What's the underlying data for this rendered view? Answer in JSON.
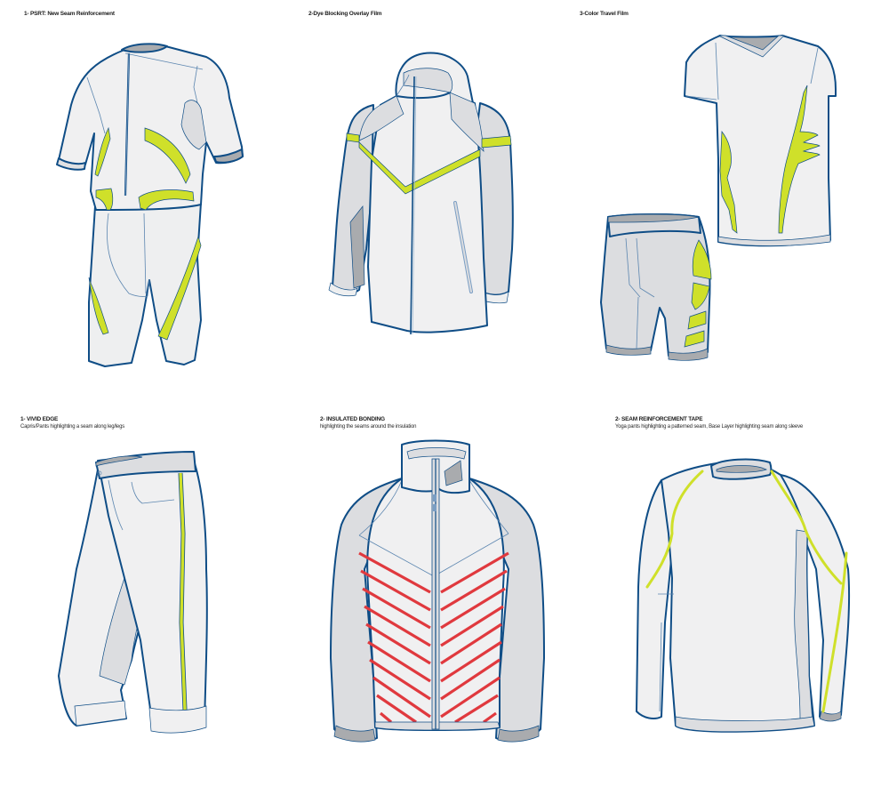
{
  "colors": {
    "outline": "#0f4d86",
    "fabric_light": "#f0f0f1",
    "fabric_mid": "#dcdde0",
    "fabric_dark": "#a9abae",
    "accent_lime": "#cfe02a",
    "accent_red": "#e0393e"
  },
  "panels": [
    {
      "id": "psrt",
      "title": "1- PSRT: New Seam Reinforcement",
      "subtitle": "",
      "garment": "short-sleeve cycling skinsuit",
      "highlight_color": "#cfe02a"
    },
    {
      "id": "dye-blocking",
      "title": "2-Dye Blocking Overlay Film",
      "subtitle": "",
      "garment": "hooded zip jacket",
      "highlight_color": "#cfe02a"
    },
    {
      "id": "color-travel",
      "title": "3-Color Travel Film",
      "subtitle": "",
      "garment": "v-neck tee and compression shorts",
      "highlight_color": "#cfe02a"
    },
    {
      "id": "vivid-edge",
      "title": "1- VIVID EDGE",
      "subtitle": "Capris/Pants highlighting a seam along leg/legs",
      "garment": "capri pants",
      "highlight_color": "#cfe02a"
    },
    {
      "id": "insulated-bonding",
      "title": "2- INSULATED BONDING",
      "subtitle": "highlighting the seams around the insulation",
      "garment": "insulated zip jacket",
      "highlight_color": "#e0393e"
    },
    {
      "id": "seam-tape",
      "title": "2- SEAM REINFORCEMENT TAPE",
      "subtitle": "Yoga pants highlighting a patterned seam, Base Layer highlighting seam along sleeve",
      "garment": "long-sleeve base layer",
      "highlight_color": "#cfe02a"
    }
  ]
}
